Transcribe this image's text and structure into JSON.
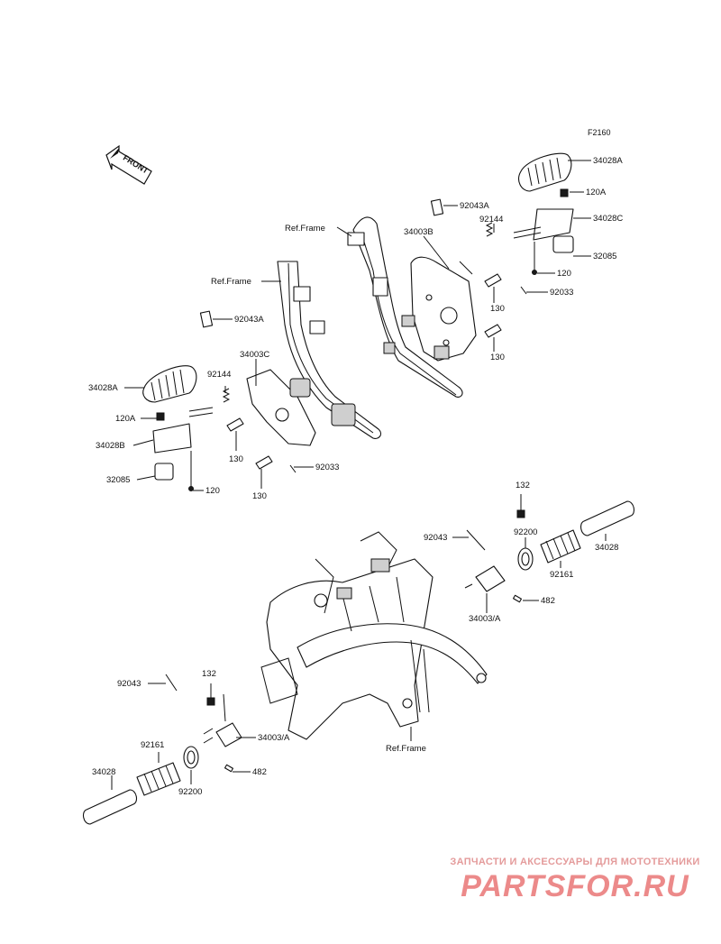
{
  "figure_code": "F2160",
  "front_label": "FRONT",
  "watermark": {
    "tagline": "ЗАПЧАСТИ И АКСЕССУАРЫ ДЛЯ МОТОТЕХНИКИ",
    "logo": "PARTSFOR.RU"
  },
  "labels": {
    "upper_right": {
      "p34028A": "34028A",
      "p120A": "120A",
      "p92043A": "92043A",
      "p92144": "92144",
      "p34028C": "34028C",
      "p34003B": "34003B",
      "p32085": "32085",
      "p120": "120",
      "p92033": "92033",
      "p130a": "130",
      "p130b": "130",
      "ref_frame": "Ref.Frame"
    },
    "upper_left": {
      "ref_frame": "Ref.Frame",
      "p92043A": "92043A",
      "p34003C": "34003C",
      "p34028A": "34028A",
      "p92144": "92144",
      "p120A": "120A",
      "p34028B": "34028B",
      "p130a": "130",
      "p92033": "92033",
      "p32085": "32085",
      "p120": "120",
      "p130b": "130"
    },
    "lower_right": {
      "p132": "132",
      "p92043": "92043",
      "p92200": "92200",
      "p34028": "34028",
      "p92161": "92161",
      "p482": "482",
      "p34003A": "34003/A"
    },
    "lower_left": {
      "p92043": "92043",
      "p132": "132",
      "p34003A": "34003/A",
      "p92161": "92161",
      "p482": "482",
      "p34028": "34028",
      "p92200": "92200",
      "ref_frame": "Ref.Frame"
    }
  }
}
